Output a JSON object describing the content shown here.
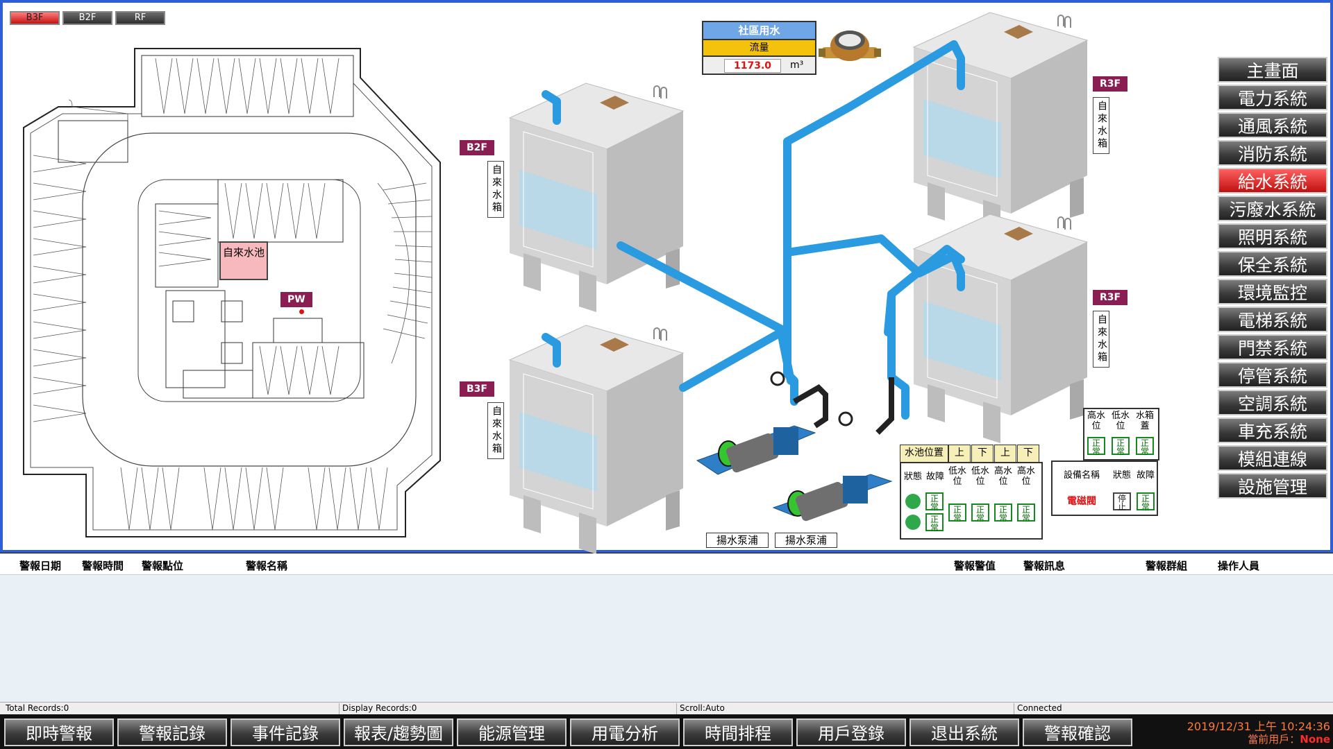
{
  "floor_tabs": [
    "B3F",
    "B2F",
    "RF"
  ],
  "floorplan": {
    "pool_label": "自來水池",
    "pw_tag": "PW"
  },
  "meter": {
    "title": "社區用水",
    "flow_label": "流量",
    "value": "1173.0",
    "unit": "m³"
  },
  "tanks": [
    {
      "floor": "B2F",
      "label": "自來水箱"
    },
    {
      "floor": "B3F",
      "label": "自來水箱"
    },
    {
      "floor": "R3F",
      "label": "自來水箱"
    },
    {
      "floor": "R3F",
      "label": "自來水箱"
    }
  ],
  "pumps": {
    "label": "揚水泵浦"
  },
  "roof_status": {
    "headers": [
      "高水位",
      "低水位",
      "水箱蓋"
    ],
    "values": [
      "正常",
      "正常",
      "正常"
    ]
  },
  "pool_status": {
    "title": "水池位置",
    "positions": [
      "上",
      "下",
      "上",
      "下"
    ],
    "headers": [
      "狀態",
      "故障",
      "低水位",
      "低水位",
      "高水位",
      "高水位"
    ],
    "values": [
      "正常",
      "正常",
      "正常",
      "正常",
      "正常",
      "正常"
    ]
  },
  "device_status": {
    "headers": [
      "設備名稱",
      "狀態",
      "故障"
    ],
    "name": "電磁閥",
    "state": "停止",
    "fault": "正常"
  },
  "side_menu": [
    "主畫面",
    "電力系統",
    "通風系統",
    "消防系統",
    "給水系統",
    "污廢水系統",
    "照明系統",
    "保全系統",
    "環境監控",
    "電梯系統",
    "門禁系統",
    "停管系統",
    "空調系統",
    "車充系統",
    "模組連線",
    "設施管理"
  ],
  "active_menu": "給水系統",
  "alarm_table": {
    "columns": [
      "警報日期",
      "警報時間",
      "警報點位",
      "警報名稱",
      "警報警值",
      "警報訊息",
      "警報群組",
      "操作人員"
    ]
  },
  "status_bar": {
    "total": "Total Records:0",
    "display": "Display Records:0",
    "scroll": "Scroll:Auto",
    "conn": "Connected"
  },
  "bottom_menu": [
    "即時警報",
    "警報記錄",
    "事件記錄",
    "報表/趨勢圖",
    "能源管理",
    "用電分析",
    "時間排程",
    "用戶登錄",
    "退出系統",
    "警報確認"
  ],
  "clock": {
    "datetime": "2019/12/31 上午 10:24:36",
    "user_label": "當前用戶：",
    "user": "None"
  },
  "colors": {
    "pipe": "#2a9be0",
    "water": "#b9d8e8",
    "tag": "#8a1d52",
    "active": "#d01818"
  }
}
